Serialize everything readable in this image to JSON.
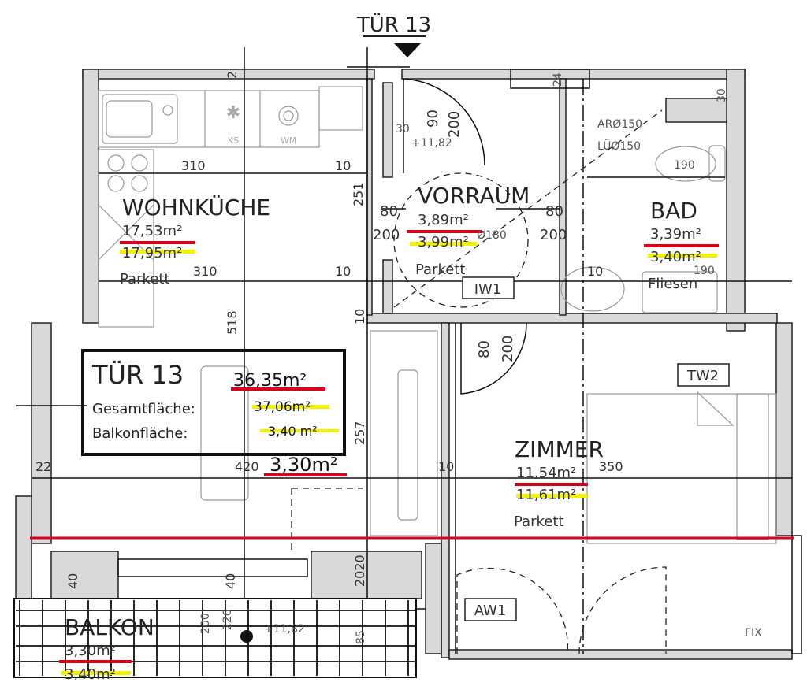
{
  "header": {
    "door_label": "TÜR 13"
  },
  "colors": {
    "red_underline": "#d9001b",
    "yellow_underline": "#f2f200",
    "wall": "#d9d9d9"
  },
  "summary_box": {
    "title": "TÜR 13",
    "total_area_label": "Gesamtfläche:",
    "total_area_new": "36,35m²",
    "total_area_old": "37,06m²",
    "balcony_area_label": "Balkonfläche:",
    "balcony_area_old": "3,40 m²",
    "balcony_area_new": "3,30m²"
  },
  "rooms": {
    "kitchen": {
      "name": "WOHNKÜCHE",
      "area_new": "17,53m²",
      "area_old": "17,95m²",
      "floor": "Parkett",
      "fridge": "KS",
      "washer": "WM"
    },
    "hall": {
      "name": "VORRAUM",
      "area_new": "3,89m²",
      "area_old": "3,99m²",
      "floor": "Parkett",
      "turning_circle": "Ø180",
      "level": "+11,82"
    },
    "bath": {
      "name": "BAD",
      "area_new": "3,39m²",
      "area_old": "3,40m²",
      "floor": "Fliesen",
      "exhaust": "ARØ150",
      "ventilation": "LÜØ150"
    },
    "room": {
      "name": "ZIMMER",
      "area_new": "11,54m²",
      "area_old": "11,61m²",
      "floor": "Parkett"
    },
    "balcony": {
      "name": "BALKON",
      "area_new": "3,30m²",
      "area_old": "3,40m²",
      "level": "+11,82"
    }
  },
  "tags": {
    "iw1": "IW1",
    "tw2": "TW2",
    "aw1": "AW1",
    "fix": "FIX"
  },
  "dimensions": {
    "d310a": "310",
    "d10a": "10",
    "d310b": "310",
    "d10b": "10",
    "d251": "251",
    "d518": "518",
    "d2": "2",
    "d80a": "80",
    "d200a": "200",
    "d80b": "80",
    "d200b": "200",
    "d90": "90",
    "d200c": "200",
    "d30": "30",
    "d80c": "80",
    "d200d": "200",
    "d10c": "10",
    "d10d": "10",
    "d24": "24",
    "d30b": "30",
    "d190a": "190",
    "d190b": "190",
    "d420": "420",
    "d257": "257",
    "d22": "22",
    "d10e": "10",
    "d350": "350",
    "d40a": "40",
    "d40b": "40",
    "d2020": "2020",
    "d200e": "200",
    "d226": "226",
    "d85": "85"
  }
}
